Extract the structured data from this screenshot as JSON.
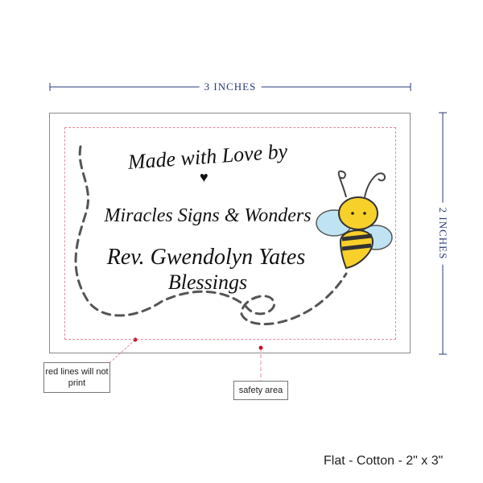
{
  "dimensions": {
    "width_label": "3 INCHES",
    "height_label": "2 INCHES"
  },
  "card": {
    "line1": "Made with Love by",
    "line2": "Miracles Signs & Wonders",
    "line3": "Rev. Gwendolyn Yates",
    "line4": "Blessings"
  },
  "labels": {
    "red_lines": "red lines will not print",
    "safety": "safety area"
  },
  "product": "Flat - Cotton - 2\" x 3\"",
  "colors": {
    "dimension": "#2a3a7a",
    "guide": "#e98a9a",
    "dot": "#c8102e",
    "bee_yellow": "#f7d02a",
    "bee_wing": "#bfe3f2"
  }
}
